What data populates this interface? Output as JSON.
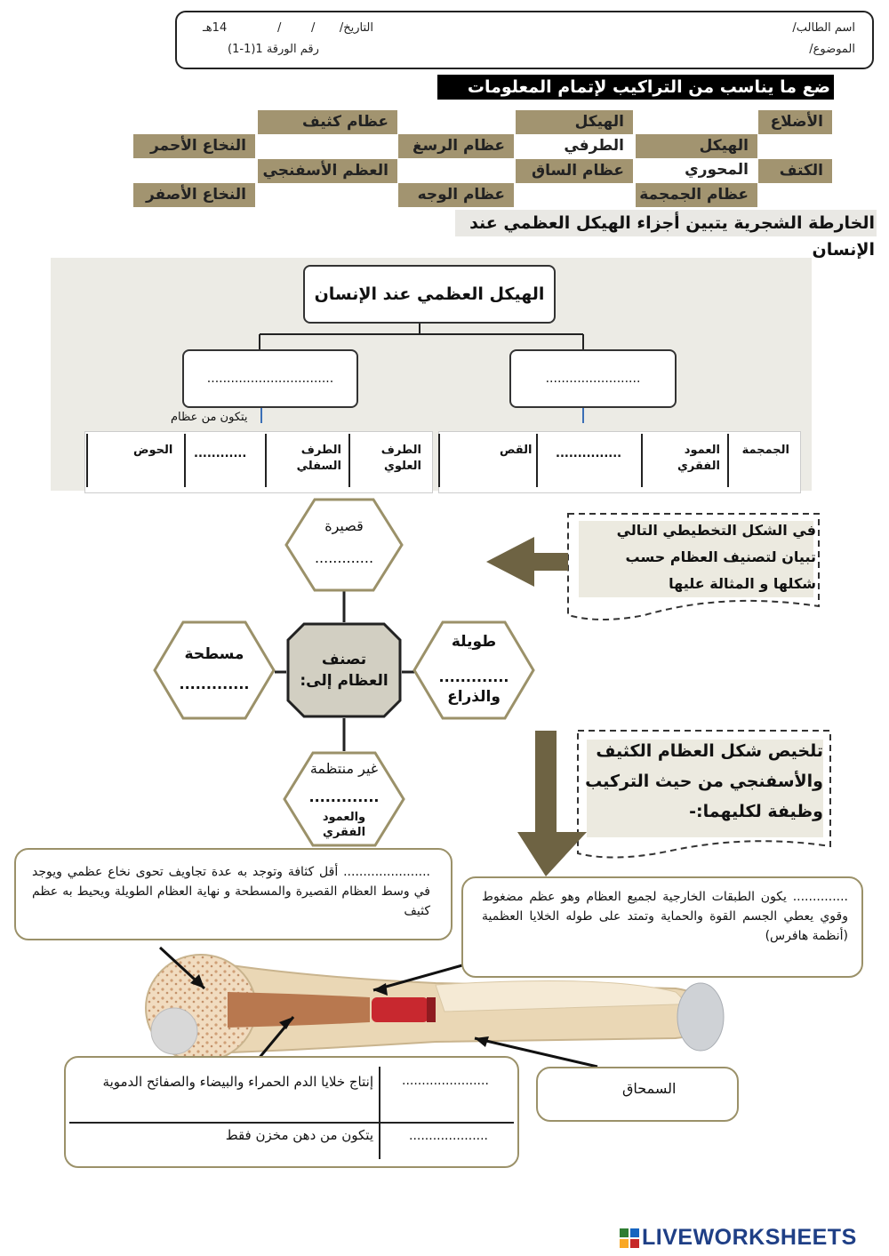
{
  "header": {
    "student_name_label": "اسم الطالب/",
    "date_label": "التاريخ/",
    "date_slash1": "/",
    "date_slash2": "/",
    "date_year": "14هـ",
    "subject_label": "الموضوع/",
    "sheet_number": "رقم الورقة 1(1-1)"
  },
  "instruction": "ضع ما يناسب  من التراكيب لإتمام المعلومات التالية",
  "word_bank": {
    "row1": [
      "الأضلاع",
      "الهيكل الطرفي",
      "عظام كثيف"
    ],
    "row2": [
      "الهيكل المحوري",
      "عظام الرسغ",
      "النخاع الأحمر"
    ],
    "row3": [
      "الكتف",
      "عظام الساق",
      "العظم الأسفنجي"
    ],
    "row4": [
      "عظام الجمجمة",
      "عظام الوجه",
      "النخاع الأصفر"
    ]
  },
  "tree_title": "الخارطة الشجرية يتبين  أجزاء الهيكل العظمي عند الإنسان",
  "tree": {
    "root": "الهيكل العظمي عند الإنسان",
    "right_blank": "........................",
    "left_blank": "................................",
    "consists_of": "يتكون من عظام",
    "right_cells": [
      "الجمجمة",
      "العمود الفقري",
      "...............",
      "القص"
    ],
    "left_cells": [
      "الطرف العلوي",
      "الطرف السفلي",
      "............",
      "الحوض"
    ]
  },
  "classification": {
    "intro": "في الشكل التخطيطي التالي تبيان لتصنيف العظام حسب شكلها و المثالة عليها",
    "center": "تصنف العظام إلى:",
    "top_label": "قصيرة",
    "top_blank": ".............",
    "right_label": "طويلة",
    "right_blank": ".............",
    "right_example": "والذراع",
    "left_label": "مسطحة",
    "left_blank": ".............",
    "bottom_label": "غير منتظمة",
    "bottom_blank": ".............",
    "bottom_example": "والعمود الفقري"
  },
  "bone_summary": {
    "title": "تلخيص شكل العظام الكثيف والأسفنجي من حيث التركيب وظيفة لكليهما:-",
    "spongy_text": "...................... أقل كثافة وتوجد به عدة تجاويف تحوى نخاع عظمي ويوجد في وسط العظام القصيرة والمسطحة و نهاية العظام الطويلة ويحيط به عظم كثيف",
    "compact_text": ".............. يكون الطبقات الخارجية لجميع العظام وهو عظم مضغوط وقوي يعطي الجسم القوة والحماية وتمتد على طوله الخلايا العظمية (أنظمة هافرس)",
    "periosteum": "السمحاق",
    "marrow_rows": [
      {
        "blank": "......................",
        "desc": "إنتاج خلايا الدم الحمراء والبيضاء والصفائح الدموية"
      },
      {
        "blank": "....................",
        "desc": "يتكون من دهن مخزن فقط"
      }
    ]
  },
  "brand": "LIVEWORKSHEETS",
  "colors": {
    "accent": "#a29470",
    "arrow": "#6e6343",
    "hex_border": "#9b9169"
  }
}
